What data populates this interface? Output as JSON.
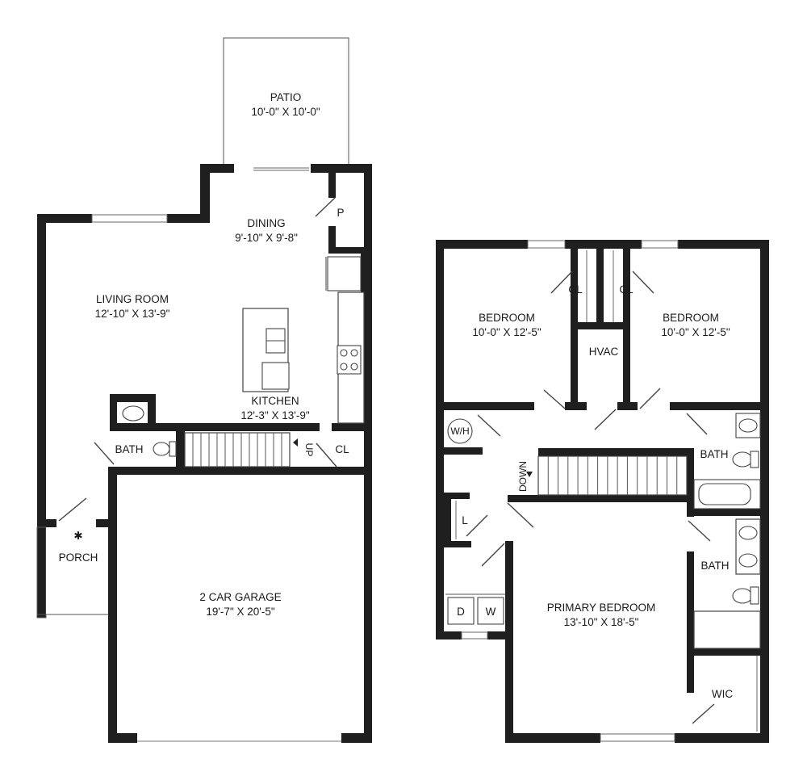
{
  "rooms": {
    "patio": {
      "name": "PATIO",
      "size": "10'-0\" X 10'-0\""
    },
    "dining": {
      "name": "DINING",
      "size": "9'-10\" X 9'-8\""
    },
    "pantry": {
      "name": "P"
    },
    "living": {
      "name": "LIVING ROOM",
      "size": "12'-10\" X 13'-9\""
    },
    "kitchen": {
      "name": "KITCHEN",
      "size": "12'-3\" X 13'-9\""
    },
    "bath_down": {
      "name": "BATH"
    },
    "closet_down": {
      "name": "CL"
    },
    "porch": {
      "name": "PORCH"
    },
    "garage": {
      "name": "2 CAR GARAGE",
      "size": "19'-7\" X 20'-5\""
    },
    "bedroom_left": {
      "name": "BEDROOM",
      "size": "10'-0\" X 12'-5\""
    },
    "bedroom_right": {
      "name": "BEDROOM",
      "size": "10'-0\" X 12'-5\""
    },
    "closet_left": {
      "name": "CL"
    },
    "closet_right": {
      "name": "CL"
    },
    "hvac": {
      "name": "HVAC"
    },
    "water_heater": {
      "name": "W/H"
    },
    "bath_hall": {
      "name": "BATH"
    },
    "bath_primary": {
      "name": "BATH"
    },
    "linen": {
      "name": "L"
    },
    "dryer": {
      "name": "D"
    },
    "washer": {
      "name": "W"
    },
    "primary": {
      "name": "PRIMARY BEDROOM",
      "size": "13'-10\" X 18'-5\""
    },
    "wic": {
      "name": "WIC"
    }
  },
  "stairs": {
    "up": "UP",
    "down": "DOWN"
  },
  "symbols": {
    "porch_light": "✱"
  },
  "colors": {
    "wall": "#1f1f1f",
    "background": "#ffffff"
  }
}
